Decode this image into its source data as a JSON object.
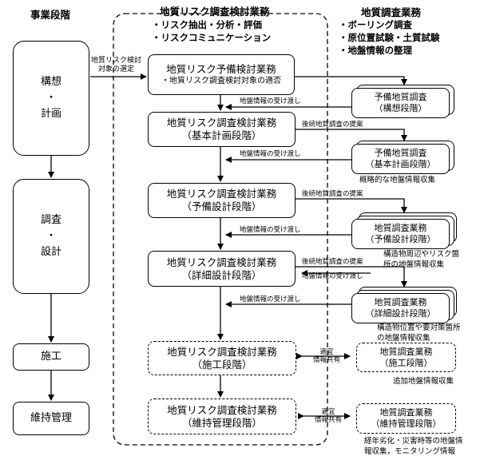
{
  "headers": {
    "stage": "事業段階",
    "review": "地質リスク調査検討業務",
    "survey": "地質調査業務"
  },
  "review_bullets": [
    "・リスク抽出・分析・評価",
    "・リスクコミュニケーション"
  ],
  "survey_bullets": [
    "・ボーリング調査",
    "・原位置試験・土質試験",
    "・地盤情報の整理"
  ],
  "stages": {
    "kousou_lines": [
      "構想",
      "・",
      "計画"
    ],
    "chousa_lines": [
      "調査",
      "・",
      "設計"
    ],
    "sekou": "施工",
    "iji": "維持管理"
  },
  "select_label_lines": [
    "地質リスク検討",
    "対象の選定"
  ],
  "review_boxes": [
    {
      "title": "地質リスク予備検討業務",
      "sub": "・地質リスク調査検討対象の適否"
    },
    {
      "title": "地質リスク調査検討業務",
      "sub": "（基本計画段階）"
    },
    {
      "title": "地質リスク調査検討業務",
      "sub": "（予備設計段階）"
    },
    {
      "title": "地質リスク調査検討業務",
      "sub": "（詳細設計段階）"
    },
    {
      "title": "地質リスク調査検討業務",
      "sub": "（施工段階）"
    },
    {
      "title": "地質リスク調査検討業務",
      "sub": "（維持管理段階）"
    }
  ],
  "survey_boxes": [
    {
      "title": "予備地質調査",
      "sub": "（構想段階）"
    },
    {
      "title": "予備地質調査",
      "sub": "（基本計画段階）"
    },
    {
      "title": "地質調査業務",
      "sub": "（予備設計段階）"
    },
    {
      "title": "地質調査業務",
      "sub": "（詳細設計段階）"
    },
    {
      "title": "地質調査業務",
      "sub": "（施工段階）"
    },
    {
      "title": "地質調査業務",
      "sub": "（維持管理段階）"
    }
  ],
  "arrow_labels": {
    "handover": "地盤情報の受け渡し",
    "proposal": "後続地質調査の提案",
    "share_lines": [
      "適宜",
      "情報共有"
    ]
  },
  "notes": {
    "n1": "概略的な地盤情報収集",
    "n2_lines": [
      "構造物周辺やリスク箇",
      "所の地盤情報収集"
    ],
    "n3_lines": [
      "構造物位置や要対策箇所",
      "の地盤情報収集"
    ],
    "n4": "追加地盤情報収集",
    "n5_lines": [
      "経年劣化・災害時等の地盤情",
      "報収集，モニタリング情報"
    ]
  }
}
